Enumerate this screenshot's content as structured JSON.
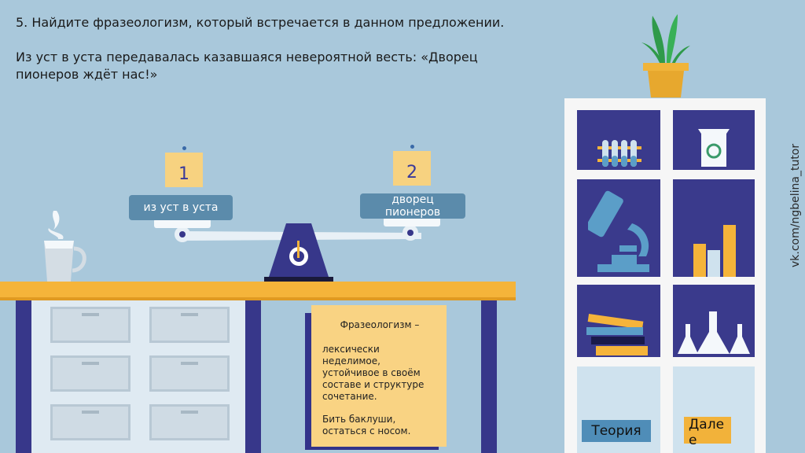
{
  "question": {
    "title": "5. Найдите фразеологизм, который встречается в данном предложении.",
    "sentence": "Из уст в уста передавалась казавшаяся невероятной весть: «Дворец пионеров ждёт нас!»"
  },
  "watermark": "vk.com/ngbelina_tutor",
  "options": [
    {
      "number": "1",
      "label": "из уст в уста"
    },
    {
      "number": "2",
      "label": "дворец пионеров"
    }
  ],
  "definition": {
    "title": "Фразеологизм –",
    "text": "лексически неделимое, устойчивое в своём составе и структуре сочетание.",
    "examples": "Бить баклуши, остаться с носом."
  },
  "buttons": {
    "theory": "Теория",
    "next": "Дале е"
  },
  "colors": {
    "background": "#a9c8db",
    "shelf": "#3a3a8c",
    "desk": "#f5b43a",
    "note": "#f7d280",
    "label": "#5b8bab"
  }
}
